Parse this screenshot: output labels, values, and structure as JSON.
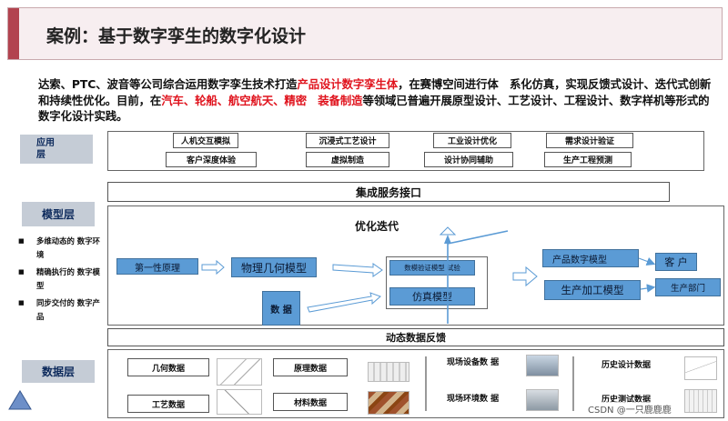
{
  "title": "案例：基于数字孪生的数字化设计",
  "intro": {
    "seg1": "达索、PTC、波音等公司综合运用数字孪生技术打造",
    "seg2_red": "产品设计数字孪生体",
    "seg3": "，在赛博空间进行体　系化仿真，实现反馈式设计、迭代式创新和持续性优化。目前，在",
    "seg4_red": "汽车、轮船、航空航天、精密　装备制造",
    "seg5": "等领域已普遍开展原型设计、工艺设计、工程设计、数字样机等形式的数字化设计实践。"
  },
  "app_layer": {
    "label": "应用\n层",
    "items": [
      "人机交互模拟",
      "沉浸式工艺设计",
      "工业设计优化",
      "需求设计验证",
      "客户深度体验",
      "虚拟制造",
      "设计协同辅助",
      "生产工程预测"
    ]
  },
  "integration_interface": "集成服务接口",
  "model_layer": {
    "label": "模型层",
    "bullets": [
      "多维动态的 数字环境",
      "精确执行的 数字模型",
      "同步交付的 数字产品"
    ],
    "opt_iteration": "优化迭代",
    "first_principle": "第一性原理",
    "physical_geometry": "物理几何模型",
    "data": "数 据",
    "data_validation": "数模验证模型 试验",
    "simulation_model": "仿真模型",
    "product_digital_model": "产品数字模型",
    "production_model": "生产加工模型",
    "customer": "客 户",
    "production_dept": "生产部门",
    "feedback": "动态数据反馈"
  },
  "data_layer": {
    "label": "数据层",
    "items": [
      "几何数据",
      "原理数据",
      "现场设备数 据",
      "历史设计数据",
      "工艺数据",
      "材料数据",
      "现场环境数 据",
      "历史测试数据"
    ]
  },
  "watermark": "CSDN @一只鹿鹿鹿",
  "colors": {
    "accent": "#b2434f",
    "red_text": "#e0141e",
    "model_blue": "#5b9bd5",
    "layer_label_bg": "#c5ccd6",
    "layer_label_text": "#0d2a5c"
  }
}
